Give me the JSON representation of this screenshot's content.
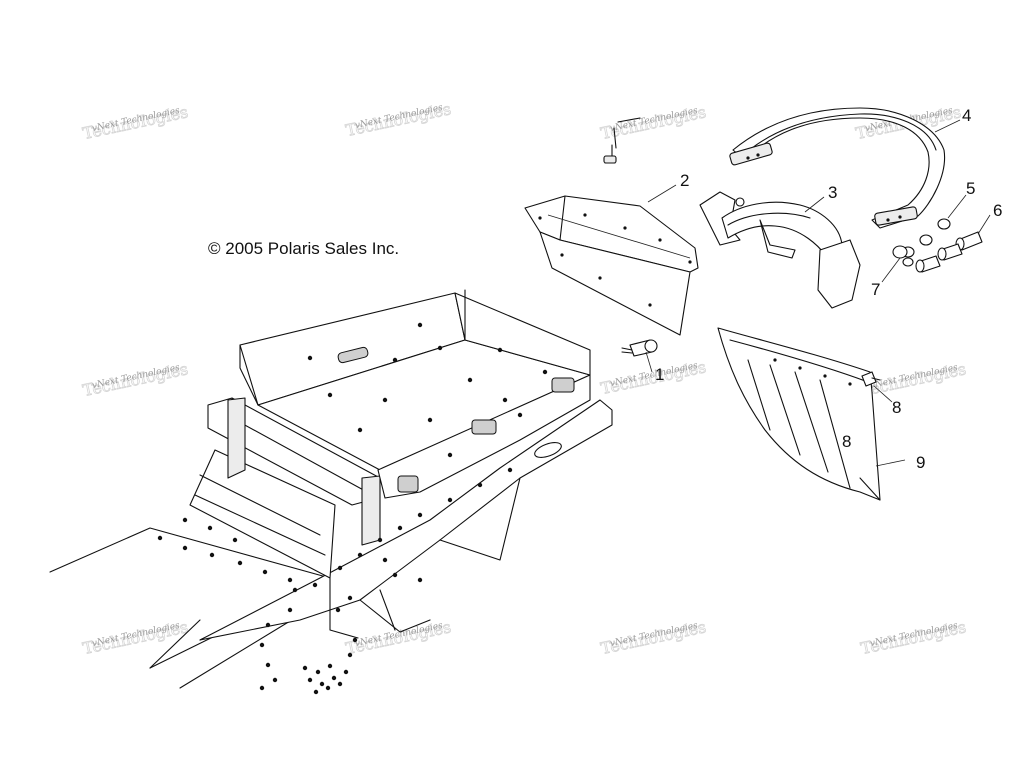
{
  "copyright": "© 2005 Polaris Sales Inc.",
  "watermark_text": "vNext Technologies",
  "callouts": {
    "c1": "1",
    "c2": "2",
    "c3": "3",
    "c4": "4",
    "c5": "5",
    "c6": "6",
    "c7": "7",
    "c8a": "8",
    "c8b": "8",
    "c9": "9"
  }
}
